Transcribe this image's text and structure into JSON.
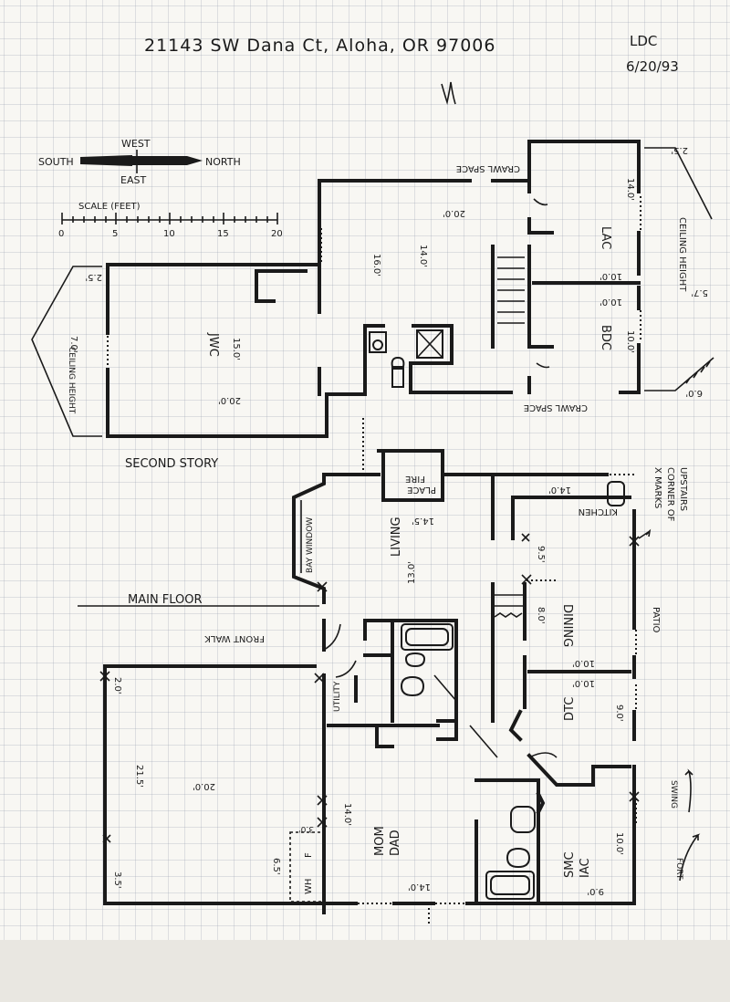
{
  "header": {
    "address": "21143 SW Dana Ct, Aloha, OR 97006",
    "initials": "LDC",
    "date": "6/20/93"
  },
  "compass": {
    "south": "SOUTH",
    "north": "NORTH",
    "west": "WEST",
    "east": "EAST"
  },
  "scale": {
    "label": "SCALE (FEET)",
    "ticks": [
      "0",
      "5",
      "10",
      "15",
      "20"
    ]
  },
  "second_story": {
    "title": "SECOND STORY",
    "crawl_space_top": "CRAWL SPACE",
    "crawl_space_bottom": "CRAWL SPACE",
    "ceiling_height_left": "CEILING HEIGHT",
    "ceiling_height_right": "CEILING HEIGHT",
    "rooms": {
      "jwc": "JWC",
      "lac": "LAC",
      "bdc": "BDC"
    },
    "dims": {
      "left_top_2_5": "2.5'",
      "left_7_0": "7.0'",
      "jwc_15": "15.0'",
      "jwc_20": "20.0'",
      "hall_20": "20.0'",
      "hall_14": "14.0'",
      "hall_16": "16.0'",
      "lac_14": "14.0'",
      "lac_10": "10.0'",
      "bdc_10a": "10.0'",
      "bdc_10b": "10.0'",
      "right_2_5": "2.5'",
      "right_5_7": "5.7'",
      "right_6_0": "6.0'"
    }
  },
  "main_floor": {
    "title": "MAIN FLOOR",
    "front_walk": "FRONT WALK",
    "bay_window": "BAY WINDOW",
    "fire_place_1": "FIRE",
    "fire_place_2": "PLACE",
    "x_marks": "X MARKS",
    "corner_of": "CORNER OF",
    "upstairs": "UPSTAIRS",
    "patio": "PATIO",
    "swing": "SWING",
    "fort": "FORT",
    "rooms": {
      "living": "LIVING",
      "kitchen": "KITCHEN",
      "dining": "DINING",
      "utility": "UTILITY",
      "dtc": "DTC",
      "mom": "MOM",
      "dad": "DAD",
      "smc": "SMC",
      "iac": "IAC",
      "wh": "WH",
      "f": "F"
    },
    "dims": {
      "living_14_5": "14.5'",
      "living_13": "13.0'",
      "kitchen_14": "14.0'",
      "kitchen_9_5": "9.5'",
      "dining_8": "8.0'",
      "dtc_10a": "10.0'",
      "dtc_10b": "10.0'",
      "dtc_9": "9.0'",
      "mom_14a": "14.0'",
      "mom_14b": "14.0'",
      "smc_10": "10.0'",
      "smc_9": "9.0'",
      "wh_6_5": "6.5'",
      "f_3": "3.0'",
      "yard_2": "2.0'",
      "yard_21_5": "21.5'",
      "yard_20": "20.0'",
      "yard_3_5": "3.5'"
    }
  }
}
